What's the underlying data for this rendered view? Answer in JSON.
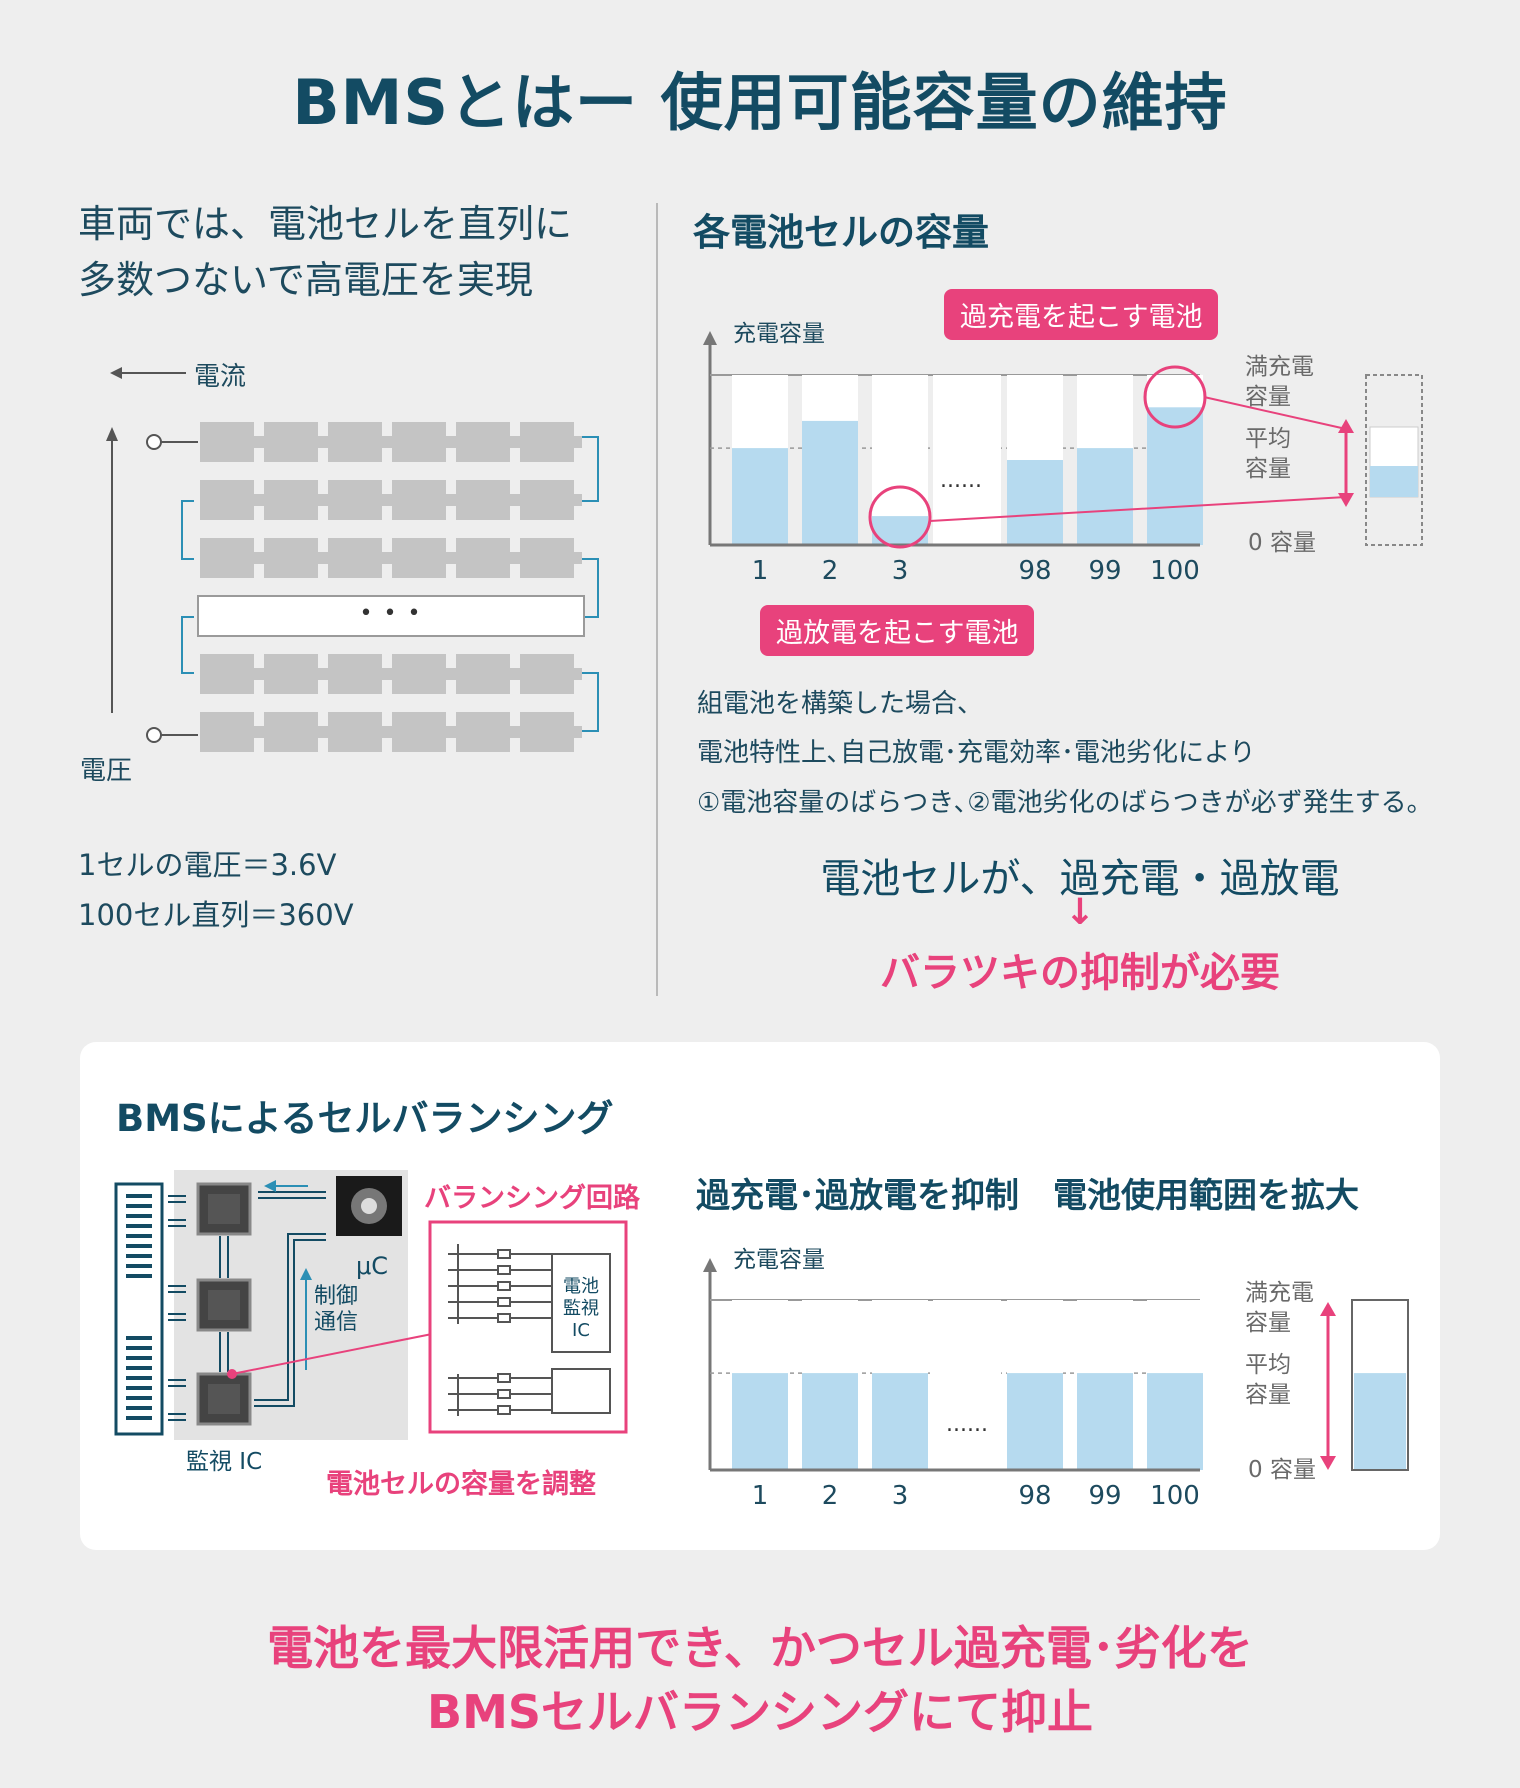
{
  "title": "BMSとはー 使用可能容量の維持",
  "left": {
    "lead_line1": "車両では、電池セルを直列に",
    "lead_line2": "多数つないで高電圧を実現",
    "current_label": "電流",
    "voltage_label": "電圧",
    "ellipsis": "• • •",
    "spec1": "1セルの電圧＝3.6V",
    "spec2": "100セル直列＝360V"
  },
  "right": {
    "heading": "各電池セルの容量",
    "y_axis_label": "充電容量",
    "overcharge_tag": "過充電を起こす電池",
    "overdischarge_tag": "過放電を起こす電池",
    "level_full_1": "満充電",
    "level_full_2": "容量",
    "level_avg_1": "平均",
    "level_avg_2": "容量",
    "level_zero": "0 容量",
    "dots": "......",
    "body1": "組電池を構築した場合、",
    "body2": "電池特性上､自己放電･充電効率･電池劣化により",
    "body3": "①電池容量のばらつき､②電池劣化のばらつきが必ず発生する。",
    "concl1": "電池セルが、過充電・過放電",
    "arrow": "↓",
    "concl2": "バラツキの抑制が必要"
  },
  "panel": {
    "heading": "BMSによるセルバランシング",
    "mu_c": "μC",
    "control_1": "制御",
    "control_2": "通信",
    "monitor_ic": "監視 IC",
    "balancing_circuit": "バランシング回路",
    "ic_label_1": "電池",
    "ic_label_2": "監視",
    "ic_label_3": "IC",
    "adjust": "電池セルの容量を調整",
    "subheading": "過充電･過放電を抑制　電池使用範囲を拡大",
    "y_axis_label": "充電容量",
    "level_full_1": "満充電",
    "level_full_2": "容量",
    "level_avg_1": "平均",
    "level_avg_2": "容量",
    "level_zero": "0 容量",
    "dots": "......"
  },
  "footer": {
    "line1": "電池を最大限活用でき、かつセル過充電･劣化を",
    "line2": "BMSセルバランシングにて抑止"
  },
  "chart_data": [
    {
      "type": "bar",
      "categories": [
        "1",
        "2",
        "3",
        "98",
        "99",
        "100"
      ],
      "values": [
        57,
        73,
        17,
        50,
        57,
        81
      ],
      "ylim": [
        0,
        100
      ],
      "ylabel": "充電容量"
    },
    {
      "type": "bar",
      "categories": [
        "1",
        "2",
        "3",
        "98",
        "99",
        "100"
      ],
      "values": [
        57,
        57,
        57,
        57,
        57,
        57
      ],
      "ylim": [
        0,
        100
      ],
      "ylabel": "充電容量"
    }
  ],
  "colors": {
    "navy": "#134b63",
    "pink": "#e8427c",
    "fill": "#b6daef",
    "teal": "#2b8fb5",
    "cell": "#c4c4c4"
  }
}
